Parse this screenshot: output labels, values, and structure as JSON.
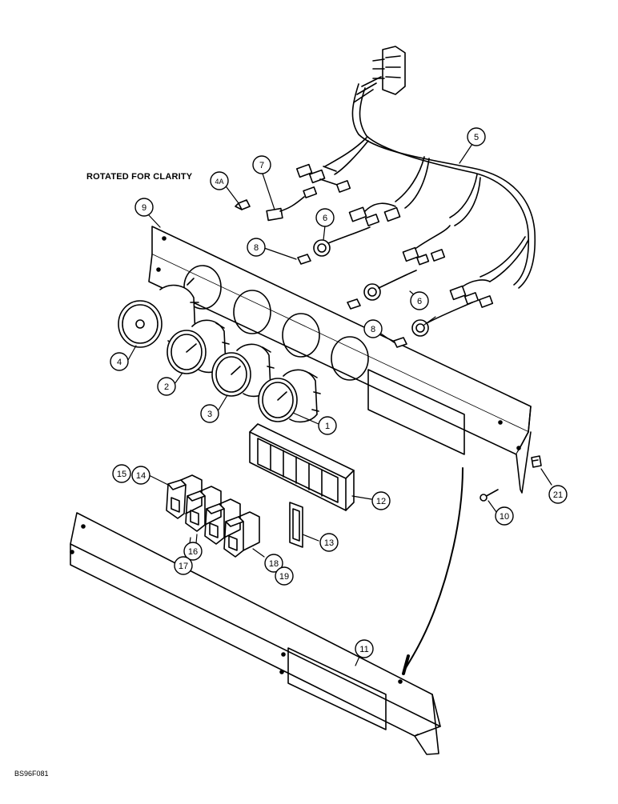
{
  "note": "ROTATED FOR CLARITY",
  "image_code": "BS96F081",
  "callouts": {
    "c1": "1",
    "c2": "2",
    "c3": "3",
    "c4": "4",
    "c4a": "4A",
    "c5": "5",
    "c6a": "6",
    "c6b": "6",
    "c7": "7",
    "c8a": "8",
    "c8b": "8",
    "c9": "9",
    "c10": "10",
    "c11": "11",
    "c12": "12",
    "c13": "13",
    "c14": "14",
    "c15": "15",
    "c16": "16",
    "c17": "17",
    "c18": "18",
    "c19": "19",
    "c21": "21"
  }
}
